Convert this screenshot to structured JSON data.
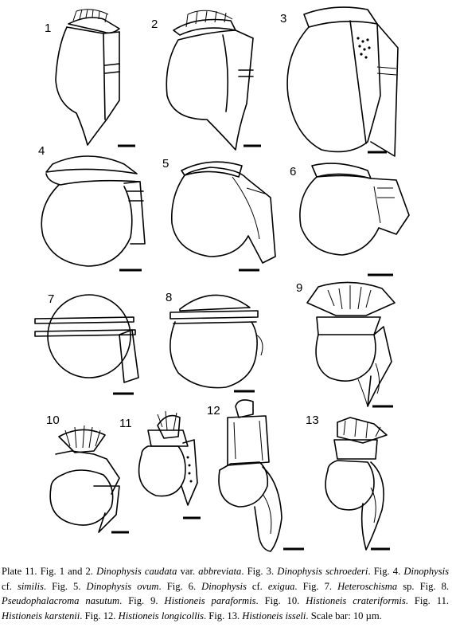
{
  "figures": [
    {
      "number": "1"
    },
    {
      "number": "2"
    },
    {
      "number": "3"
    },
    {
      "number": "4"
    },
    {
      "number": "5"
    },
    {
      "number": "6"
    },
    {
      "number": "7"
    },
    {
      "number": "8"
    },
    {
      "number": "9"
    },
    {
      "number": "10"
    },
    {
      "number": "11"
    },
    {
      "number": "12"
    },
    {
      "number": "13"
    }
  ],
  "caption": {
    "plate": "Plate 11.",
    "fig1_2_prefix": "Fig. 1 and 2.",
    "fig1_2_name": "Dinophysis caudata",
    "fig1_2_var": "var.",
    "fig1_2_varname": "abbreviata",
    "fig3_prefix": "Fig. 3.",
    "fig3_name": "Dinophysis schroederi",
    "fig4_prefix": "Fig. 4.",
    "fig4_genus": "Dinophysis",
    "fig4_cf": "cf.",
    "fig4_species": "similis",
    "fig5_prefix": "Fig. 5.",
    "fig5_name": "Dinophysis ovum",
    "fig6_prefix": "Fig. 6.",
    "fig6_genus": "Dinophysis",
    "fig6_cf": "cf.",
    "fig6_species": "exigua",
    "fig7_prefix": "Fig. 7.",
    "fig7_name": "Heteroschisma",
    "fig7_sp": "sp.",
    "fig8_prefix": "Fig. 8.",
    "fig8_name": "Pseudophalacroma nasutum",
    "fig9_prefix": "Fig. 9.",
    "fig9_name": "Histioneis paraformis",
    "fig10_prefix": "Fig. 10.",
    "fig10_name": "Histioneis crateriformis",
    "fig11_prefix": "Fig. 11.",
    "fig11_name": "Histioneis karstenii",
    "fig12_prefix": "Fig. 12.",
    "fig12_name": "Histioneis longicollis",
    "fig13_prefix": "Fig. 13.",
    "fig13_name": "Histioneis isseli",
    "scale": "Scale bar: 10 µm."
  }
}
